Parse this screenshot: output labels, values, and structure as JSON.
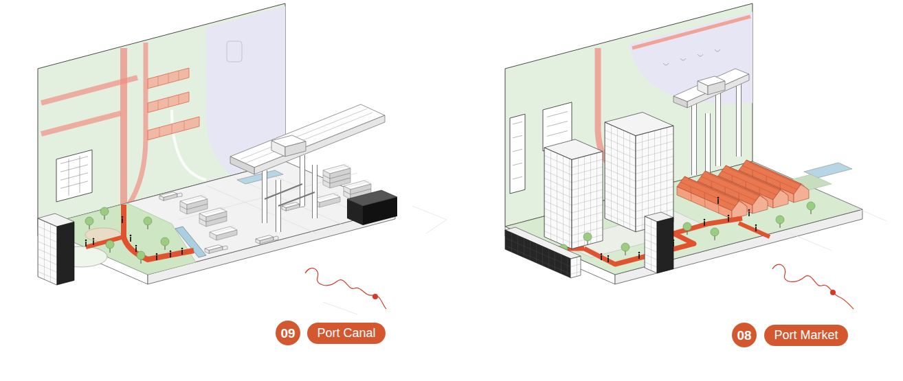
{
  "diagram": {
    "nodes": [
      {
        "text": [
          "09"
        ]
      },
      {
        "text": [
          "Port Canal"
        ]
      },
      {
        "text": [
          "08"
        ]
      },
      {
        "text": [
          "Port Market"
        ]
      }
    ]
  }
}
